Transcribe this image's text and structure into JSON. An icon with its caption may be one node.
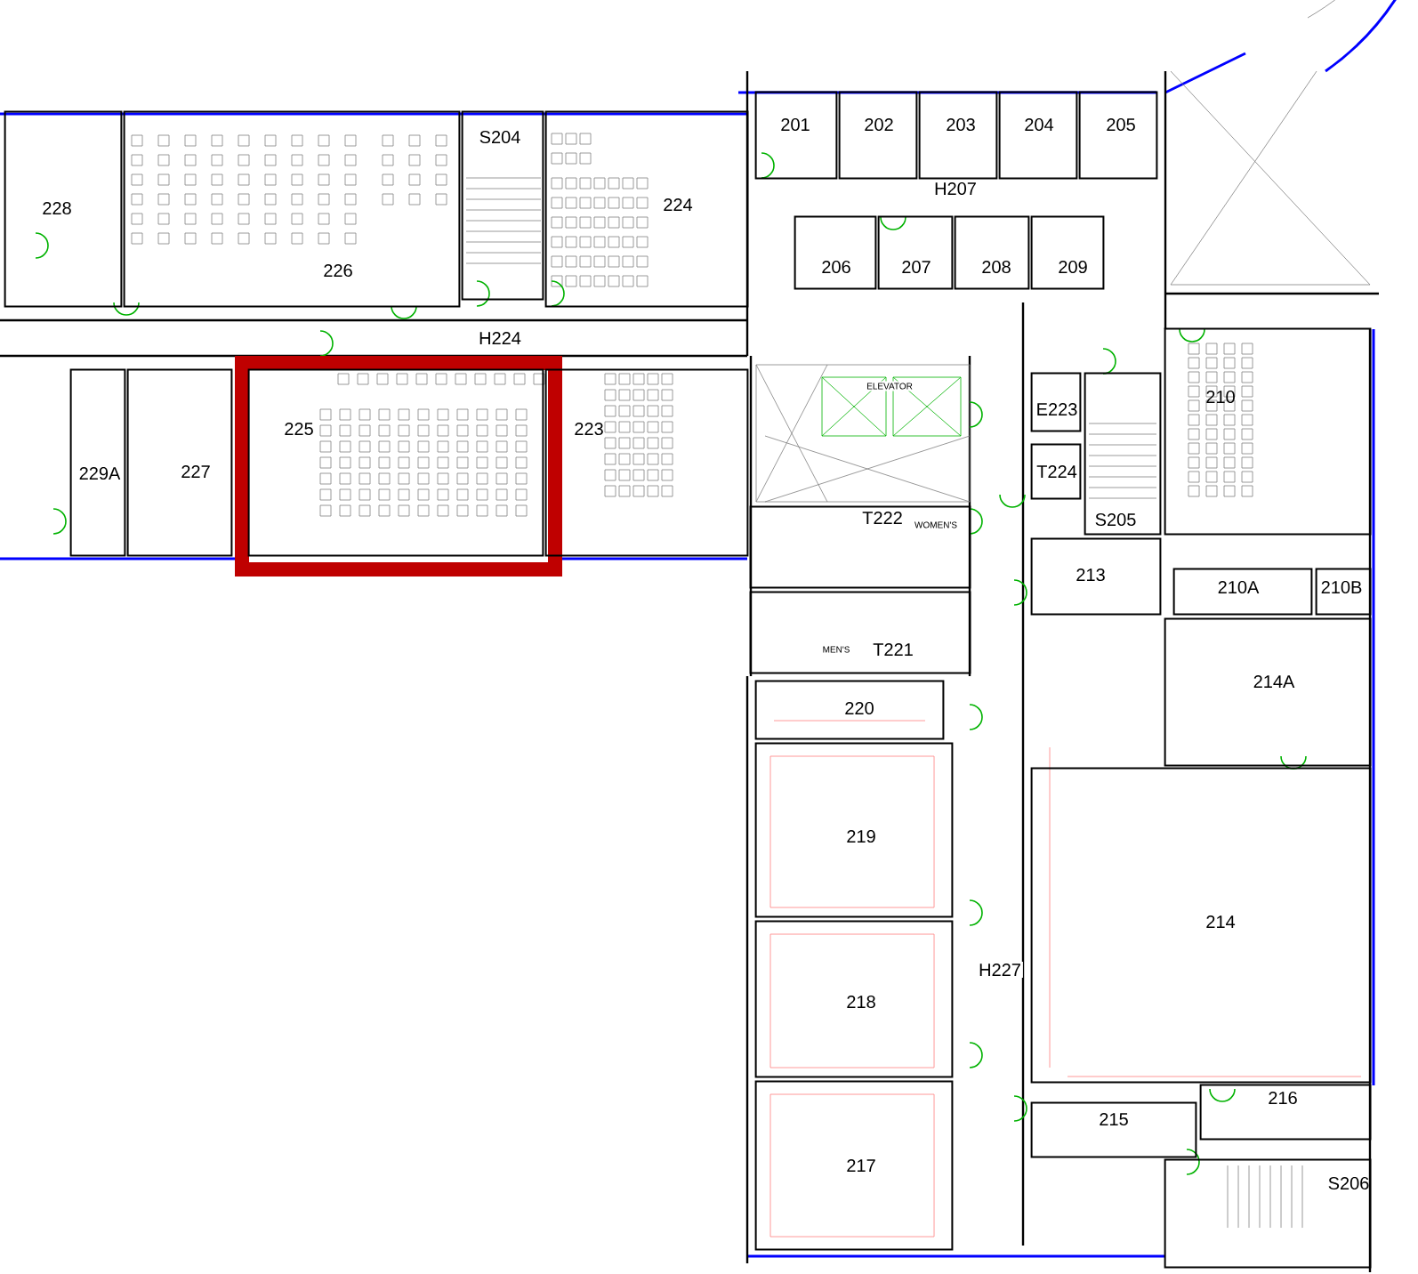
{
  "diagram": {
    "nodes": [
      {
        "text": [
          "228"
        ]
      },
      {
        "text": [
          "226"
        ]
      },
      {
        "text": [
          "S204"
        ]
      },
      {
        "text": [
          "224"
        ]
      },
      {
        "text": [
          "201"
        ]
      },
      {
        "text": [
          "202"
        ]
      },
      {
        "text": [
          "203"
        ]
      },
      {
        "text": [
          "204"
        ]
      },
      {
        "text": [
          "205"
        ]
      },
      {
        "text": [
          "206"
        ]
      },
      {
        "text": [
          "207"
        ]
      },
      {
        "text": [
          "208"
        ]
      },
      {
        "text": [
          "209"
        ]
      },
      {
        "text": [
          "229A"
        ]
      },
      {
        "text": [
          "227"
        ]
      },
      {
        "text": [
          "225"
        ]
      },
      {
        "text": [
          "223"
        ]
      },
      {
        "text": [
          "E223"
        ]
      },
      {
        "text": [
          "210"
        ]
      },
      {
        "text": [
          "T224"
        ]
      },
      {
        "text": [
          "S205"
        ]
      },
      {
        "text": [
          "T222"
        ]
      },
      {
        "text": [
          "T221"
        ]
      },
      {
        "text": [
          "213"
        ]
      },
      {
        "text": [
          "210A"
        ]
      },
      {
        "text": [
          "210B"
        ]
      },
      {
        "text": [
          "220"
        ]
      },
      {
        "text": [
          "214A"
        ]
      },
      {
        "text": [
          "219"
        ]
      },
      {
        "text": [
          "214"
        ]
      },
      {
        "text": [
          "218"
        ]
      },
      {
        "text": [
          "217"
        ]
      },
      {
        "text": [
          "215"
        ]
      },
      {
        "text": [
          "216"
        ]
      },
      {
        "text": [
          "S206"
        ]
      }
    ],
    "labels": [
      "H207",
      "H224",
      "ELEVATOR",
      "WOMEN'S",
      "MEN'S",
      "H227"
    ]
  }
}
